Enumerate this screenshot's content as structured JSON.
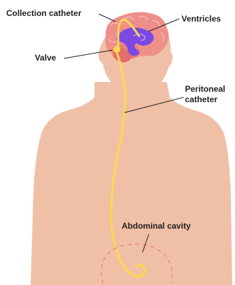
{
  "labels": {
    "collection_catheter": "Collection catheter",
    "ventricles": "Ventricles",
    "valve": "Valve",
    "peritoneal_line1": "Peritoneal",
    "peritoneal_line2": "catheter",
    "abdominal_cavity": "Abdominal cavity"
  },
  "colors": {
    "skin": "#f0c0a6",
    "brain": "#ee8f8a",
    "brain_fold": "#f7b0aa",
    "cerebellum": "#e36f6c",
    "ventricles": "#7c48e4",
    "catheter": "#ffd84a",
    "abdomen_dash": "#e98a87",
    "leader_line": "#1f1f1f",
    "text": "#1f1f1f"
  }
}
